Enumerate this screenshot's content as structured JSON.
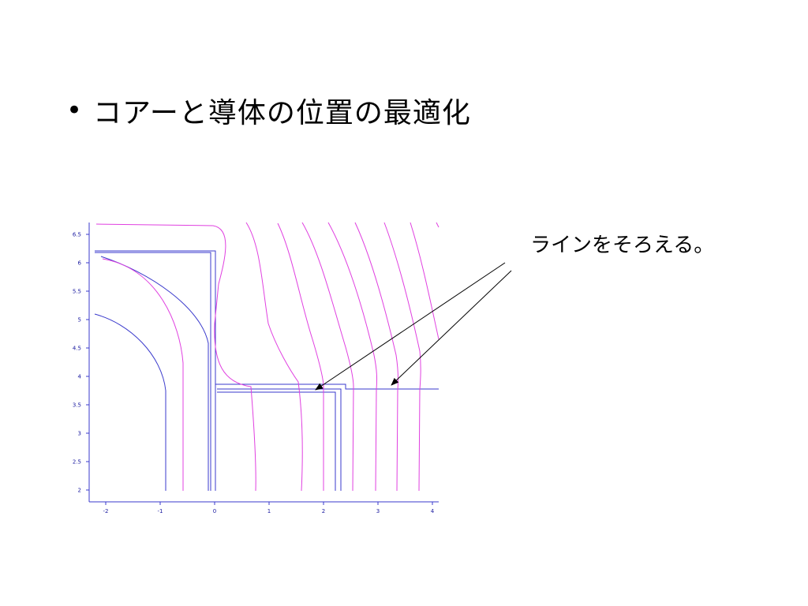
{
  "slide": {
    "bullet": "•",
    "title": "コアーと導体の位置の最適化",
    "annotation": "ラインをそろえる。"
  },
  "plot": {
    "x_ticks": [
      "-2",
      "-1",
      "0",
      "1",
      "2",
      "3",
      "4"
    ],
    "y_ticks": [
      "6.5",
      "6",
      "5.5",
      "5",
      "4.5",
      "4",
      "3.5",
      "3",
      "2.5",
      "2"
    ],
    "colors": {
      "axis": "#3a3acc",
      "structure": "#3a3acc",
      "field": "#e040e0",
      "arrow": "#000000"
    }
  }
}
